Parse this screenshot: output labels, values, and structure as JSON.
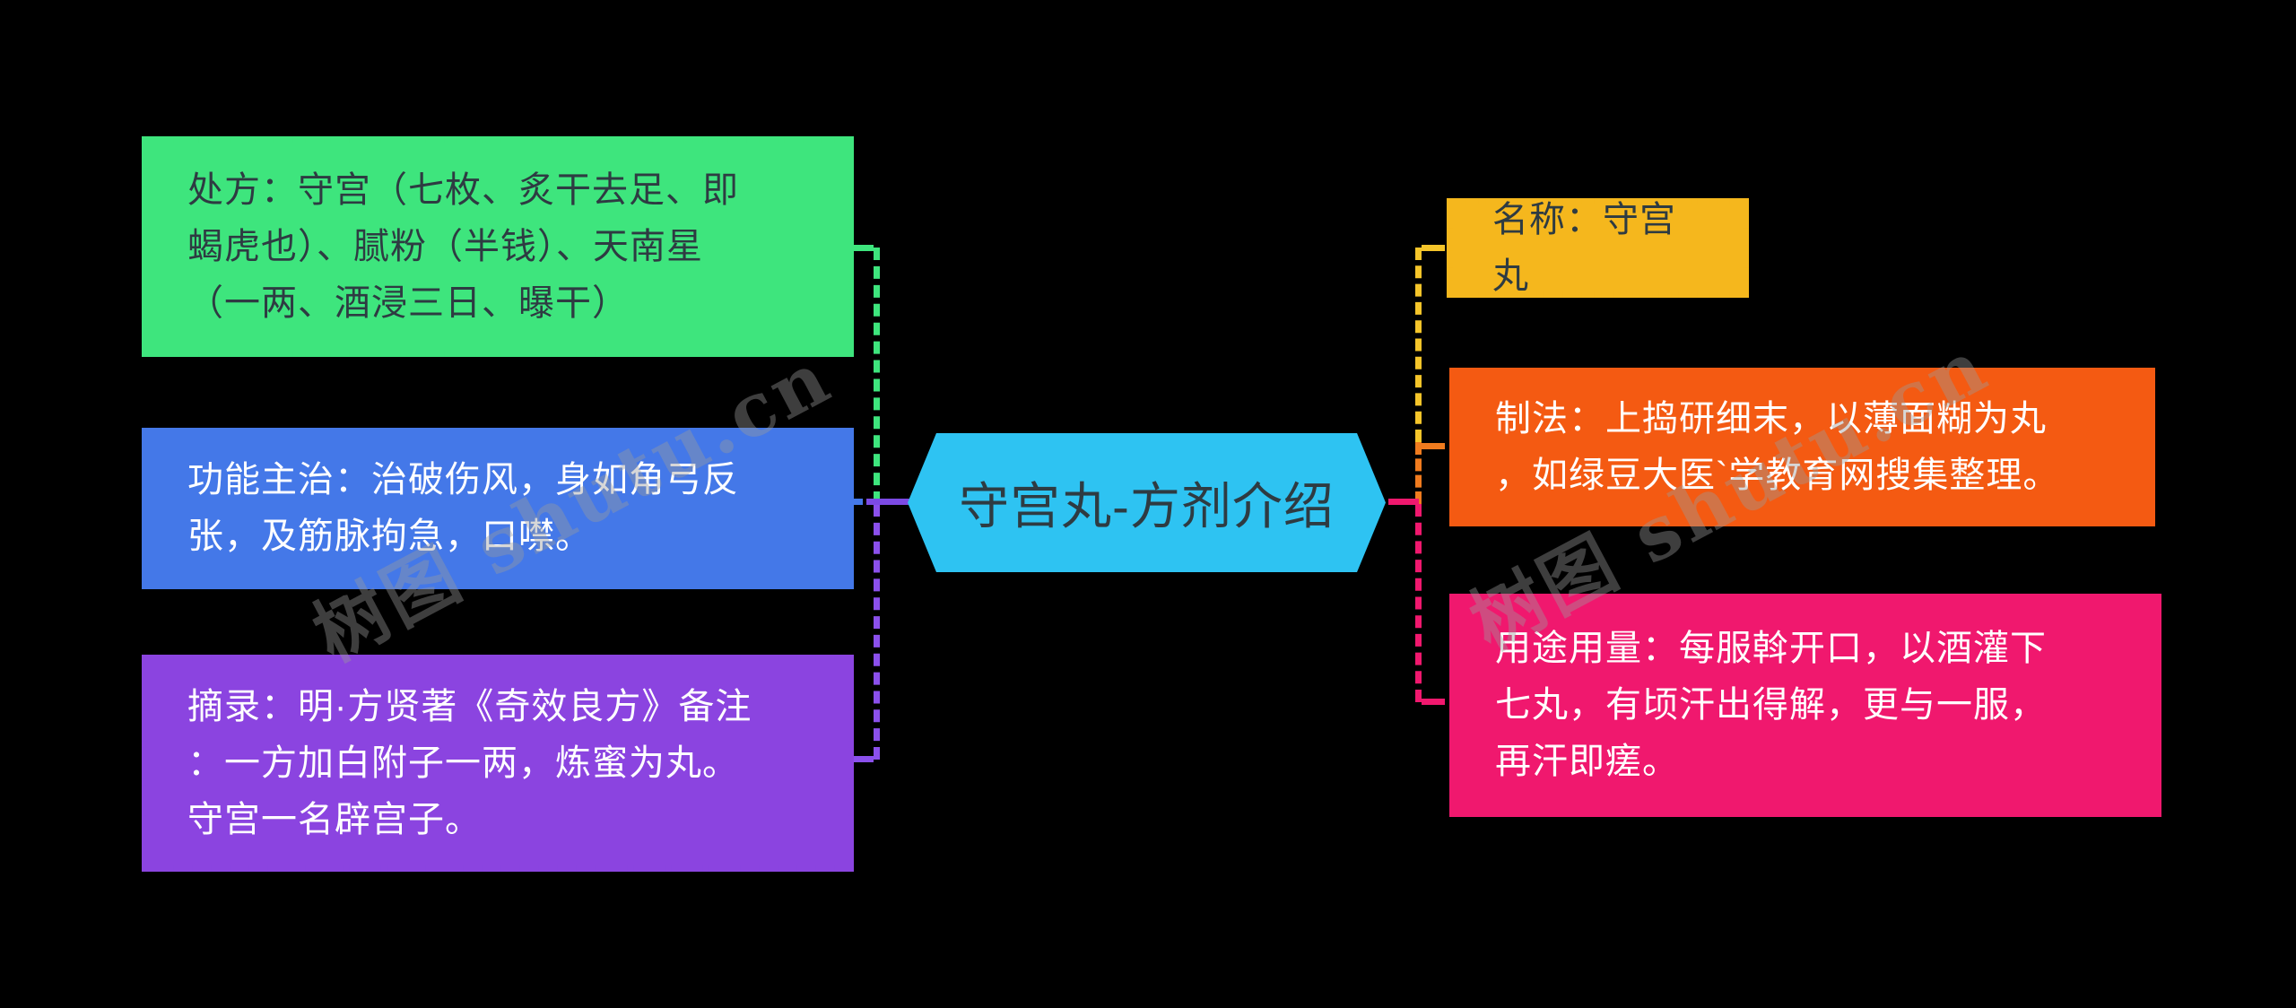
{
  "diagram": {
    "root": {
      "label": "守宫丸-方剂介绍"
    },
    "left_branches": [
      {
        "id": "prescription",
        "label": "处方：守宫（七枚、炙干去足、即\n蝎虎也）、腻粉（半钱）、天南星\n（一两、酒浸三日、曝干）",
        "color": "#3EE57D"
      },
      {
        "id": "functions",
        "label": "功能主治：治破伤风，身如角弓反\n张，及筋脉拘急，口噤。",
        "color": "#4478E8"
      },
      {
        "id": "excerpt",
        "label": "摘录：明·方贤著《奇效良方》备注\n：一方加白附子一两，炼蜜为丸。\n守宫一名辟宫子。",
        "color": "#8B44E0"
      }
    ],
    "right_branches": [
      {
        "id": "name",
        "label": "名称：守宫丸",
        "color": "#F5B71D"
      },
      {
        "id": "method",
        "label": "制法：上捣研细末，以薄面糊为丸\n，如绿豆大医`学教育网搜集整理。",
        "color": "#F45A12"
      },
      {
        "id": "usage",
        "label": "用途用量：每服斡开口，以酒灌下\n七丸，有顷汗出得解，更与一服，\n再汗即瘥。",
        "color": "#F0186E"
      }
    ]
  },
  "watermark": {
    "text": "树图 shutu.cn"
  },
  "colors": {
    "background": "#000000",
    "root_fill": "#2EC3F2",
    "dark_text": "#2E3B42",
    "light_text": "#FFFFFF",
    "trunk_green": "#3EE57D",
    "trunk_purple": "#8B50EC",
    "trunk_yellow": "#F5C52A",
    "trunk_orange": "#F07B1E",
    "trunk_pink": "#F0186E",
    "stub_blue": "#4478E8",
    "solid_purple": "#7C4AE4",
    "solid_pink": "#F0186E"
  }
}
